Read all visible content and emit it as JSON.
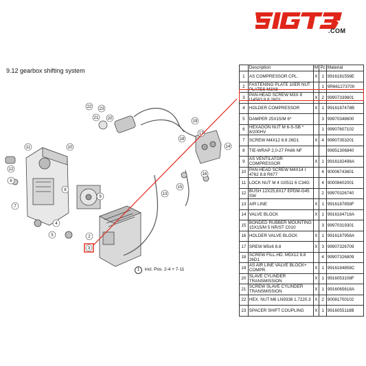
{
  "logo": {
    "text": "SIGT3",
    "suffix": ".COM"
  },
  "section_title": "9.12  gearbox shifting system",
  "diagram": {
    "note_number": "1",
    "note_text": "incl. Pos. 2-4 + 7-11",
    "callouts": [
      "1",
      "2",
      "3",
      "4",
      "5",
      "6",
      "7",
      "8",
      "9",
      "10",
      "11",
      "12",
      "13",
      "14",
      "15",
      "16",
      "17",
      "18",
      "19",
      "20",
      "21",
      "22",
      "23"
    ],
    "highlight_callout": "3",
    "accent": "#e0261a"
  },
  "table": {
    "headers": {
      "no": "",
      "description": "Description",
      "m": "M",
      "pc": "Pc",
      "material": "Material"
    },
    "rows": [
      {
        "no": "1",
        "desc": "AS COMPRESSOR CPL.",
        "m": "X",
        "pc": "1",
        "mat": "9916181558E",
        "lines": 1
      },
      {
        "no": "2",
        "desc": "FASTENING PLATE 10ER NUT PLATES M3X8",
        "m": "",
        "pc": "1",
        "mat": "9R661273700",
        "lines": 2
      },
      {
        "no": "3",
        "desc": "PAN-HEAD SCREW M3X 8 I14583 8.8 26D1",
        "m": "X",
        "pc": "2",
        "mat": "99907339801",
        "lines": 2
      },
      {
        "no": "4",
        "desc": "HOLDER COMPRESSOR",
        "m": "X",
        "pc": "1",
        "mat": "9916187478B",
        "lines": 1
      },
      {
        "no": "5",
        "desc": "DAMPER 25X15/M 6*",
        "m": "",
        "pc": "3",
        "mat": "99970348600",
        "lines": 1
      },
      {
        "no": "6",
        "desc": "HEXAGON NUT M 6-S-SB * 8/200HV",
        "m": "",
        "pc": "1",
        "mat": "99907607102",
        "lines": 1
      },
      {
        "no": "7",
        "desc": "SCREW M4X12 8.8 26D1",
        "m": "X",
        "pc": "4",
        "mat": "99907353201",
        "lines": 1
      },
      {
        "no": "8",
        "desc": "TIE-WRAP 2,0-27 PA66 NF",
        "m": "",
        "pc": "",
        "mat": "99951306840",
        "lines": 1
      },
      {
        "no": "9",
        "desc": "AS VENTILATOR COMPRESSOR",
        "m": "X",
        "pc": "1",
        "mat": "9916182498A",
        "lines": 1
      },
      {
        "no": "10",
        "desc": "PAN-HEAD SCREW M4X14 I 4762 8.8 R677",
        "m": "",
        "pc": "4",
        "mat": "90006743601",
        "lines": 2
      },
      {
        "no": "11",
        "desc": "LOCK NUT M 4 I10511 6 C34G",
        "m": "",
        "pc": "4",
        "mat": "90008402001",
        "lines": 1
      },
      {
        "no": "12",
        "desc": "BUSH 12X25,6X17 EPDM-G45 SW",
        "m": "",
        "pc": "2",
        "mat": "99970326740",
        "lines": 1
      },
      {
        "no": "13",
        "desc": "AIR LINE",
        "m": "X",
        "pc": "1",
        "mat": "9916187858F",
        "lines": 1
      },
      {
        "no": "14",
        "desc": "VALVE BLOCK",
        "m": "X",
        "pc": "1",
        "mat": "9916184718A",
        "lines": 1
      },
      {
        "no": "15",
        "desc": "BONDED RUBBER MOUNTING 15X15/M 5 NR/ST C010",
        "m": "",
        "pc": "3",
        "mat": "99970319301",
        "lines": 2
      },
      {
        "no": "16",
        "desc": "HOLDER VALVE BLOCK",
        "m": "X",
        "pc": "1",
        "mat": "9916187958A",
        "lines": 1
      },
      {
        "no": "17",
        "desc": "SREW M5x6 8.8",
        "m": "X",
        "pc": "3",
        "mat": "99907326709",
        "lines": 1
      },
      {
        "no": "18",
        "desc": "SCREW FILL.HD. M5X12 8.8 26D1",
        "m": "",
        "pc": "4",
        "mat": "99907326809",
        "lines": 1
      },
      {
        "no": "19",
        "desc": "AS AIR LINE VALVE BLOCK+ COMPR.",
        "m": "X",
        "pc": "1",
        "mat": "9916184858C",
        "lines": 2
      },
      {
        "no": "20",
        "desc": "SLAVE CYLINDER TRANSMISSION",
        "m": "X",
        "pc": "1",
        "mat": "9916053108F",
        "lines": 1
      },
      {
        "no": "21",
        "desc": "SCREW SLAVE CYLINDER TRANSMISSION",
        "m": "X",
        "pc": "1",
        "mat": "9916065618A",
        "lines": 2
      },
      {
        "no": "22",
        "desc": "HEX. NUT M6 LN9338 1.7220.3",
        "m": "X",
        "pc": "2",
        "mat": "90081700102",
        "lines": 1
      },
      {
        "no": "23",
        "desc": "SPACER SHIFT COUPLING",
        "m": "X",
        "pc": "1",
        "mat": "9916055118B",
        "lines": 1
      }
    ]
  }
}
